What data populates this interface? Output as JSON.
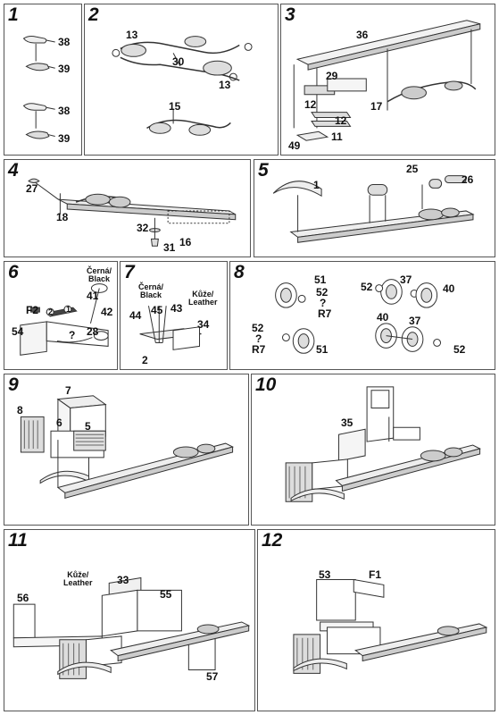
{
  "panels": [
    {
      "num": "1",
      "labels": [
        "38",
        "39",
        "38",
        "39"
      ]
    },
    {
      "num": "2",
      "labels": [
        "13",
        "30",
        "13",
        "15"
      ]
    },
    {
      "num": "3",
      "labels": [
        "36",
        "29",
        "12",
        "12",
        "17",
        "11",
        "49"
      ]
    },
    {
      "num": "4",
      "labels": [
        "27",
        "18",
        "32",
        "16",
        "31"
      ]
    },
    {
      "num": "5",
      "labels": [
        "1",
        "25",
        "26"
      ]
    },
    {
      "num": "6",
      "labels": [
        "Černá/\nBlack",
        "41",
        "42",
        "F2",
        "2",
        "1",
        "54",
        "?",
        "28"
      ]
    },
    {
      "num": "7",
      "labels": [
        "Černá/\nBlack",
        "Kůže/\nLeather",
        "45",
        "43",
        "44",
        "34",
        "2"
      ]
    },
    {
      "num": "8",
      "labels": [
        "51",
        "52",
        "?",
        "R7",
        "52",
        "37",
        "40",
        "52",
        "?",
        "R7",
        "51",
        "40",
        "37",
        "52"
      ]
    },
    {
      "num": "9",
      "labels": [
        "7",
        "8",
        "6",
        "5"
      ]
    },
    {
      "num": "10",
      "labels": [
        "35"
      ]
    },
    {
      "num": "11",
      "labels": [
        "Kůže/\nLeather",
        "33",
        "55",
        "56",
        "57"
      ]
    },
    {
      "num": "12",
      "labels": [
        "53",
        "F1"
      ]
    }
  ]
}
